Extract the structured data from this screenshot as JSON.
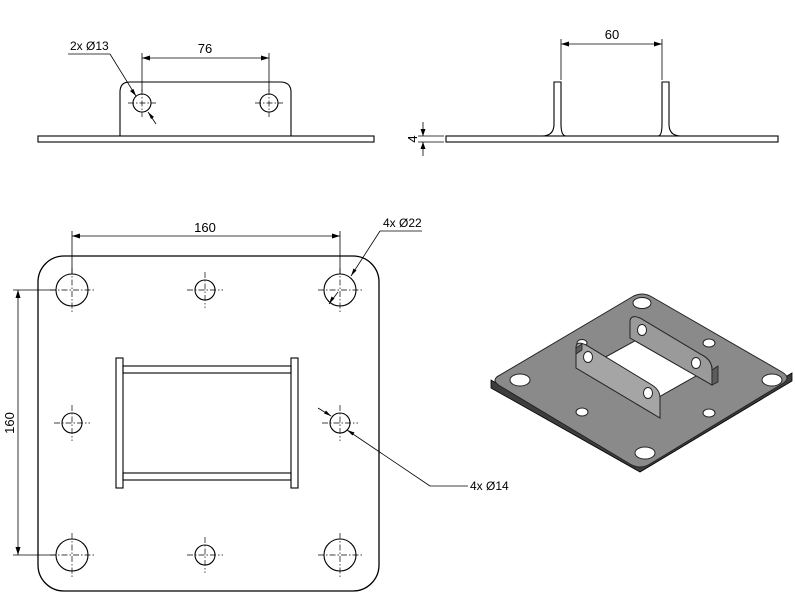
{
  "front_view": {
    "hole_callout": "2x Ø13",
    "hole_spacing": "76"
  },
  "side_view": {
    "flange_spacing": "60",
    "plate_thickness": "4"
  },
  "top_view": {
    "width": "160",
    "height": "160",
    "corner_hole_callout": "4x Ø22",
    "edge_hole_callout": "4x Ø14"
  }
}
